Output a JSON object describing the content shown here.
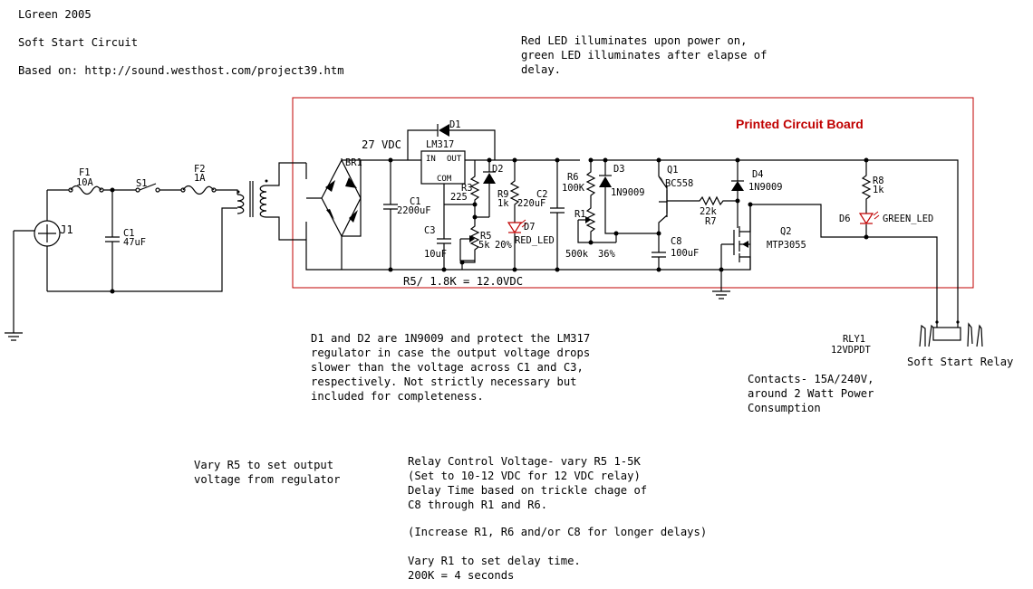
{
  "header": {
    "author": "LGreen 2005",
    "title": "Soft Start Circuit",
    "based_on": "Based on:  http://sound.westhost.com/project39.htm"
  },
  "notes": {
    "led": [
      "Red LED illuminates upon power on,",
      "green LED illuminates after elapse of",
      "delay."
    ],
    "diodes": [
      "D1 and D2 are 1N9009 and protect the LM317",
      "regulator in case the output voltage drops",
      "slower than the voltage across C1 and C3,",
      "respectively.  Not strictly necessary but",
      "included for completeness."
    ],
    "contacts": [
      "Contacts- 15A/240V,",
      "around 2 Watt Power",
      "Consumption"
    ],
    "r5": [
      "Vary R5 to set output",
      "voltage from regulator"
    ],
    "relay_control": [
      "Relay Control Voltage- vary R5 1-5K",
      "(Set to 10-12 VDC for 12 VDC relay)",
      "Delay Time based on trickle chage of",
      "C8 through R1 and R6.",
      "",
      "(Increase R1, R6 and/or C8 for longer delays)",
      "",
      "Vary R1 to set delay time.",
      "200K = 4 seconds"
    ]
  },
  "pcb": {
    "label": "Printed Circuit Board",
    "color": "#c00000"
  },
  "formula": "R5/ 1.8K = 12.0VDC",
  "voltage": "27 VDC",
  "components": {
    "j1": "J1",
    "f1": [
      "F1",
      "10A"
    ],
    "s1": "S1",
    "c1a": [
      "C1",
      "47uF"
    ],
    "f2": [
      "F2",
      "1A"
    ],
    "br1": "BR1",
    "c1b": [
      "C1",
      "2200uF"
    ],
    "d1": "D1",
    "lm317": [
      "LM317",
      "IN",
      "OUT",
      "COM"
    ],
    "d2": "D2",
    "r3": [
      "R3",
      "225"
    ],
    "c3": [
      "C3",
      "10uF"
    ],
    "r5": [
      "R5",
      "5k",
      "20%"
    ],
    "r9": [
      "R9",
      "1k"
    ],
    "d7": [
      "D7",
      "RED_LED"
    ],
    "c2": [
      "C2",
      "220uF"
    ],
    "r6": [
      "R6",
      "100K"
    ],
    "r1": [
      "R1",
      "500k",
      "36%"
    ],
    "d3": [
      "D3",
      "1N9009"
    ],
    "q1": [
      "Q1",
      "BC558"
    ],
    "c8": [
      "C8",
      "100uF"
    ],
    "r7": [
      "22k",
      "R7"
    ],
    "d4": [
      "D4",
      "1N9009"
    ],
    "q2": [
      "Q2",
      "MTP3055"
    ],
    "r8": [
      "R8",
      "1k"
    ],
    "d6": [
      "D6",
      "GREEN_LED"
    ],
    "rly1": [
      "RLY1",
      "12VDPDT"
    ],
    "relay_label": "Soft Start Relay"
  }
}
